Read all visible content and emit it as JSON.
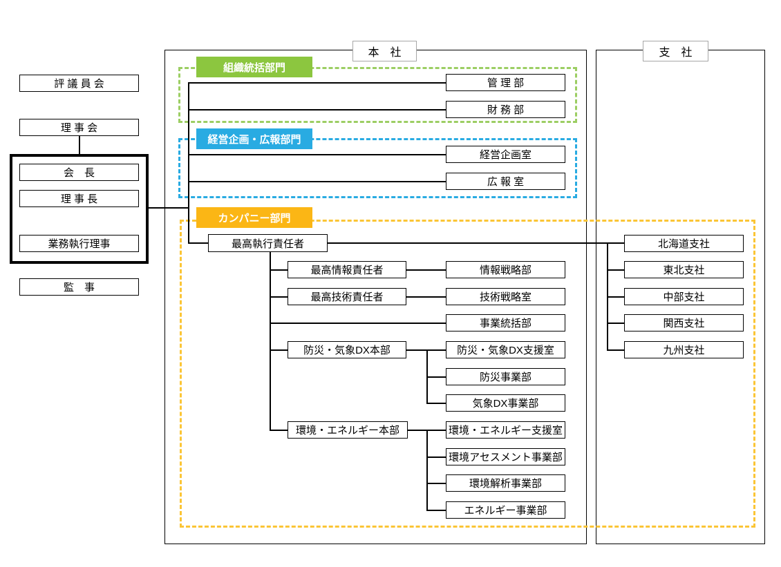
{
  "diagram": {
    "governance": {
      "council": "評 議 員 会",
      "board_of_directors": "理 事 会",
      "chairman": "会　長",
      "president": "理 事 長",
      "executive_director": "業務執行理事",
      "auditor": "監　事"
    },
    "head_office": {
      "title": "本　社",
      "org_control_division": {
        "label": "組織統括部門",
        "fill_color": "#8CC63F",
        "dash_color": "#9CCE63",
        "departments": [
          "管 理 部",
          "財 務 部"
        ]
      },
      "planning_pr_division": {
        "label": "経営企画・広報部門",
        "fill_color": "#29ABE2",
        "dash_color": "#29ABE2",
        "departments": [
          "経営企画室",
          "広 報 室"
        ]
      },
      "company_division": {
        "label": "カンパニー部門",
        "fill_color": "#FBB615",
        "dash_color": "#FBC535",
        "coo": "最高執行責任者",
        "cio": "最高情報責任者",
        "cio_department": "情報戦略部",
        "cto": "最高技術責任者",
        "cto_department": "技術戦略室",
        "business_control_department": "事業統括部",
        "disaster_weather_dx_hq": "防災・気象DX本部",
        "disaster_weather_dx_departments": [
          "防災・気象DX支援室",
          "防災事業部",
          "気象DX事業部"
        ],
        "environment_energy_hq": "環境・エネルギー本部",
        "environment_energy_departments": [
          "環境・エネルギー支援室",
          "環境アセスメント事業部",
          "環境解析事業部",
          "エネルギー事業部"
        ]
      }
    },
    "branch_offices": {
      "title": "支　社",
      "offices": [
        "北海道支社",
        "東北支社",
        "中部支社",
        "関西支社",
        "九州支社"
      ]
    }
  }
}
